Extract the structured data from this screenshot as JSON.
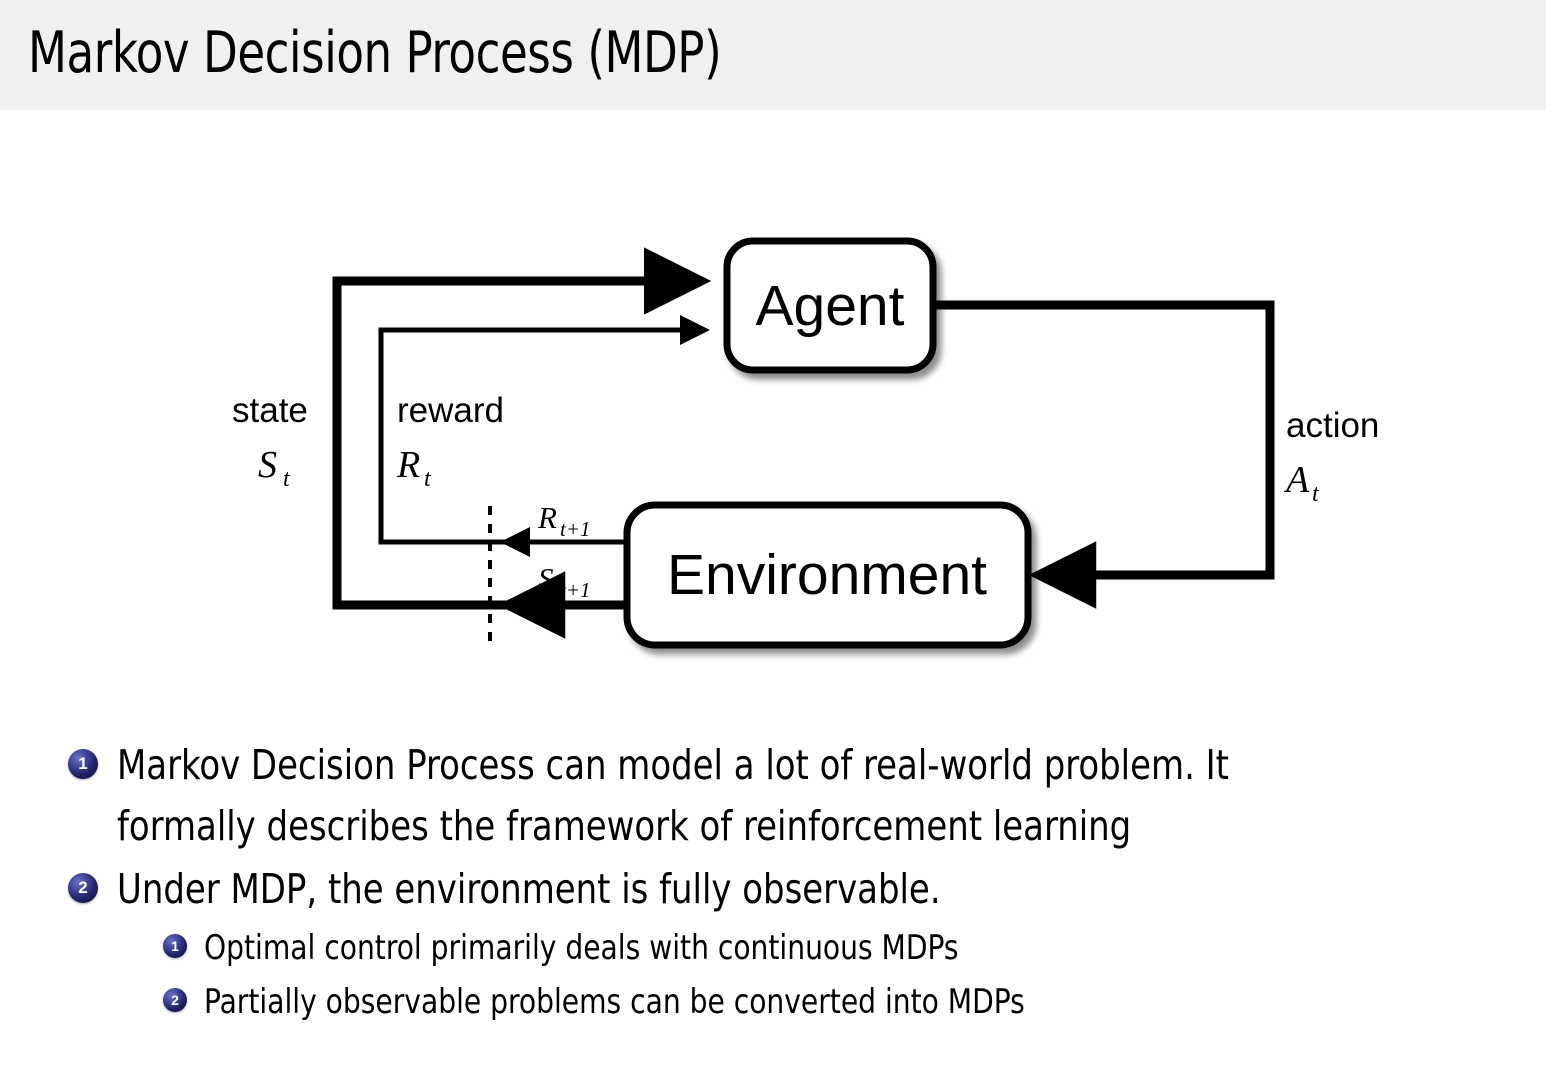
{
  "slide": {
    "title": "Markov Decision Process (MDP)",
    "header_bg": "#f0f0f0",
    "page_bg": "#ffffff",
    "text_color": "#000000",
    "bullet_marker_color": "#262673"
  },
  "diagram": {
    "name": "agent-environment-interaction-loop",
    "nodes": [
      {
        "id": "agent",
        "label": "Agent"
      },
      {
        "id": "environment",
        "label": "Environment"
      }
    ],
    "edges": [
      {
        "id": "state",
        "word": "state",
        "symbol": "S",
        "subscript": "t",
        "from": "environment",
        "to": "agent"
      },
      {
        "id": "reward",
        "word": "reward",
        "symbol": "R",
        "subscript": "t",
        "from": "environment",
        "to": "agent"
      },
      {
        "id": "action",
        "word": "action",
        "symbol": "A",
        "subscript": "t",
        "from": "agent",
        "to": "environment"
      },
      {
        "id": "next-reward",
        "word": "",
        "symbol": "R",
        "subscript": "t+1",
        "from": "environment",
        "to": "boundary"
      },
      {
        "id": "next-state",
        "word": "",
        "symbol": "S",
        "subscript": "t+1",
        "from": "environment",
        "to": "boundary"
      }
    ]
  },
  "bullets": [
    {
      "number": "1",
      "lines": [
        "Markov Decision Process can model a lot of real-world problem. It",
        "formally describes the framework of reinforcement learning"
      ]
    },
    {
      "number": "2",
      "lines": [
        "Under MDP, the environment is fully observable."
      ]
    }
  ],
  "subbullets": [
    {
      "number": "1",
      "text": "Optimal control primarily deals with continuous MDPs"
    },
    {
      "number": "2",
      "text": "Partially observable problems can be converted into MDPs"
    }
  ]
}
